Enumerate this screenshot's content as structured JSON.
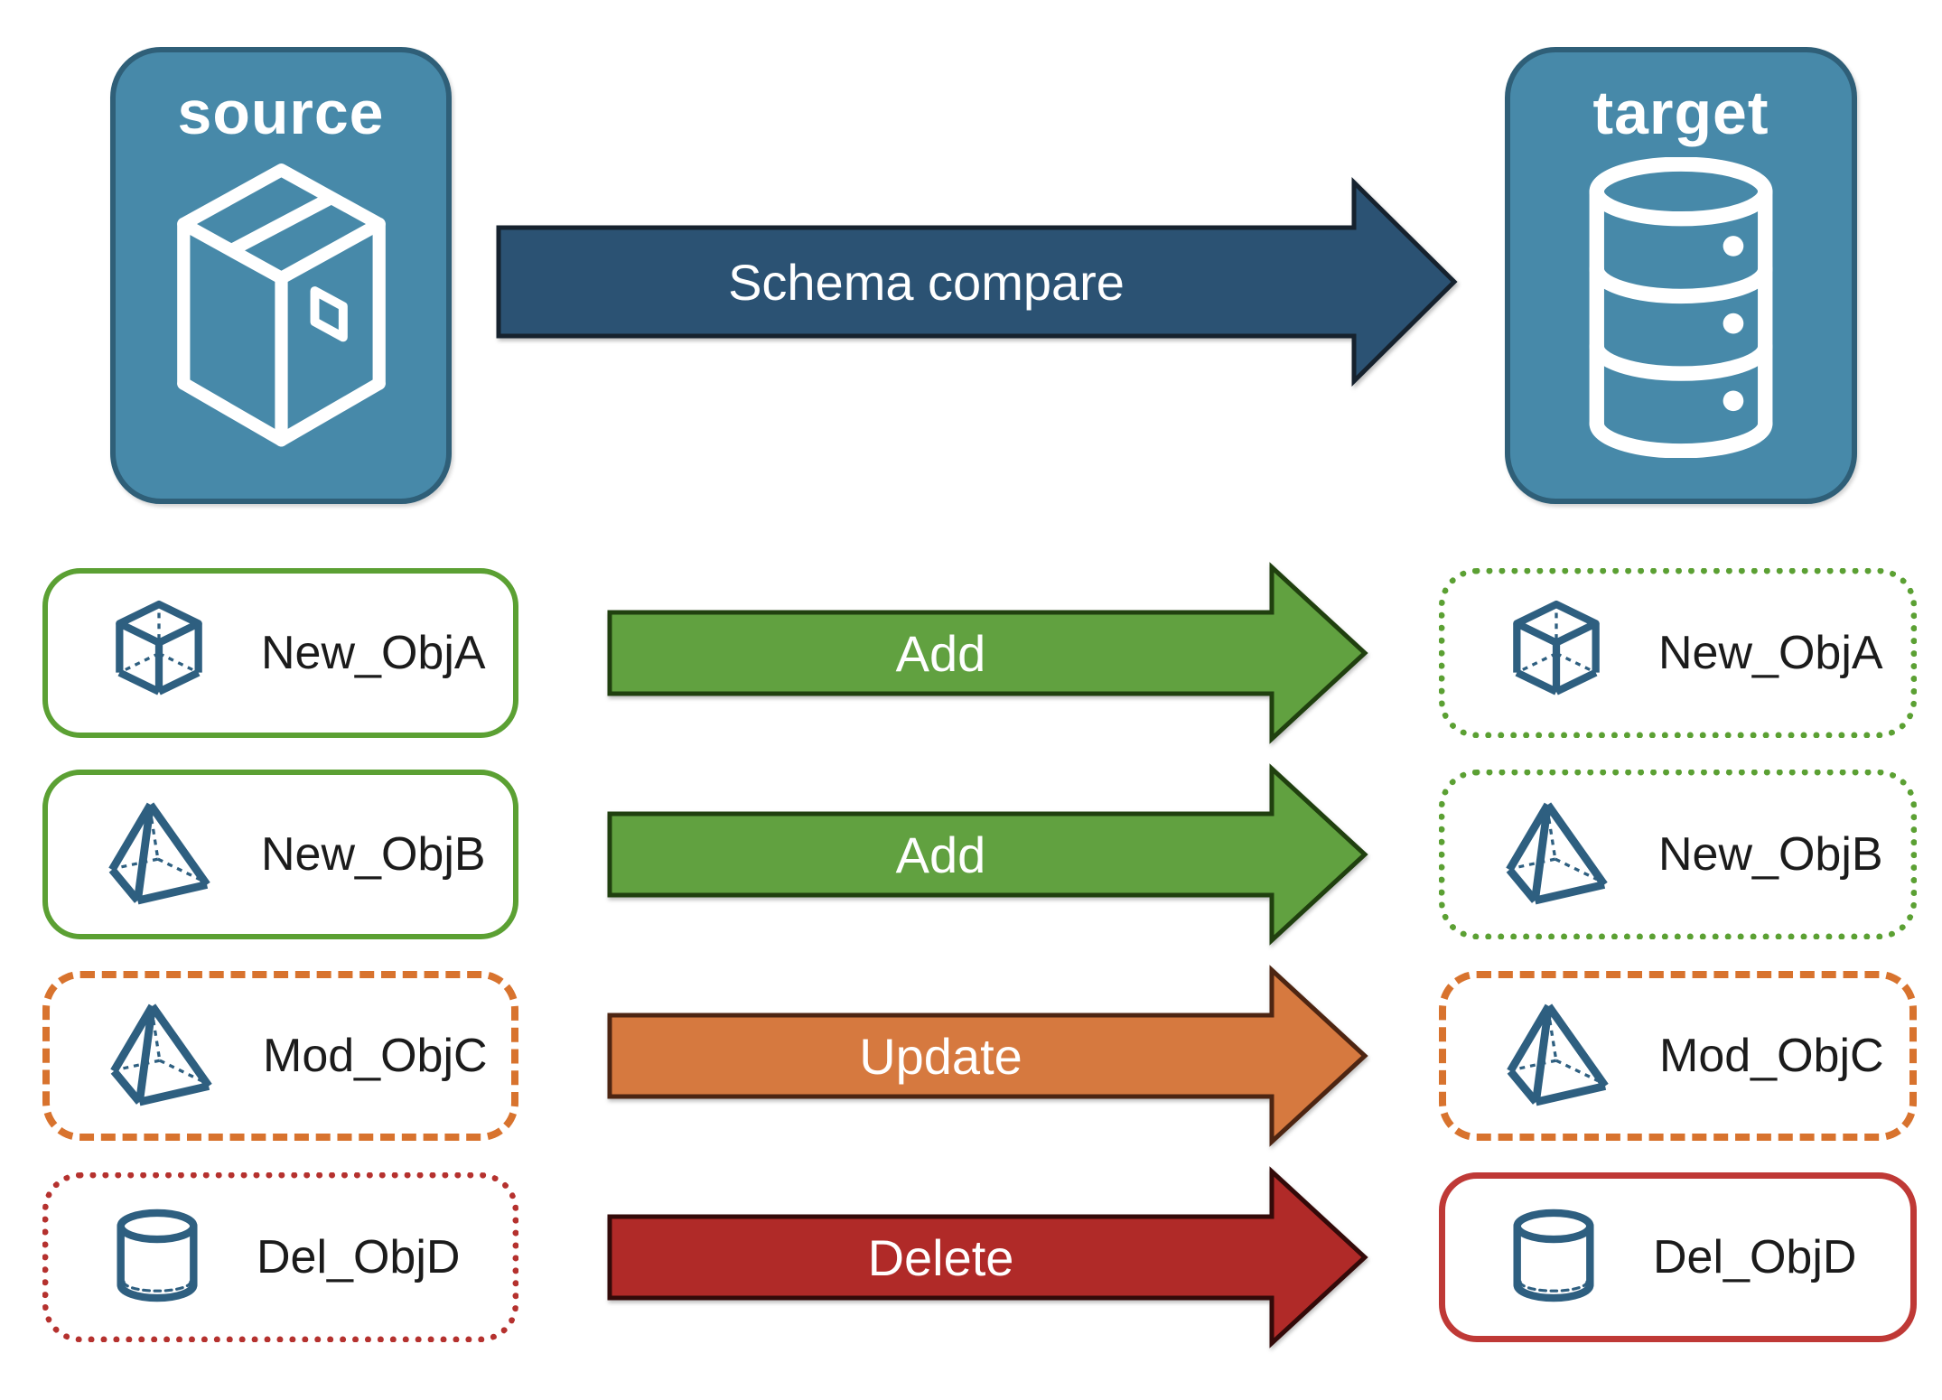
{
  "diagram": {
    "source": {
      "label": "source",
      "icon": "package-icon"
    },
    "target": {
      "label": "target",
      "icon": "database-icon"
    },
    "main_arrow": {
      "label": "Schema compare"
    },
    "rows": [
      {
        "object": "New_ObjA",
        "action": "Add",
        "icon": "cube-icon",
        "source_style": "solid-green",
        "target_style": "dotted-green"
      },
      {
        "object": "New_ObjB",
        "action": "Add",
        "icon": "pyramid-icon",
        "source_style": "solid-green",
        "target_style": "dotted-green"
      },
      {
        "object": "Mod_ObjC",
        "action": "Update",
        "icon": "pyramid-icon",
        "source_style": "dashed-orange",
        "target_style": "dashed-orange"
      },
      {
        "object": "Del_ObjD",
        "action": "Delete",
        "icon": "cylinder-icon",
        "source_style": "dotted-red",
        "target_style": "solid-red"
      }
    ],
    "colors": {
      "node_fill": "#4789a9",
      "node_border": "#2f5f78",
      "compare_arrow_fill": "#2b5273",
      "add_arrow_fill": "#61a140",
      "update_arrow_fill": "#d6793f",
      "delete_arrow_fill": "#b02a28",
      "green_border": "#5ba033",
      "orange_border": "#d8732e",
      "red_border": "#b5312e",
      "icon_stroke": "#2e5f80"
    }
  }
}
